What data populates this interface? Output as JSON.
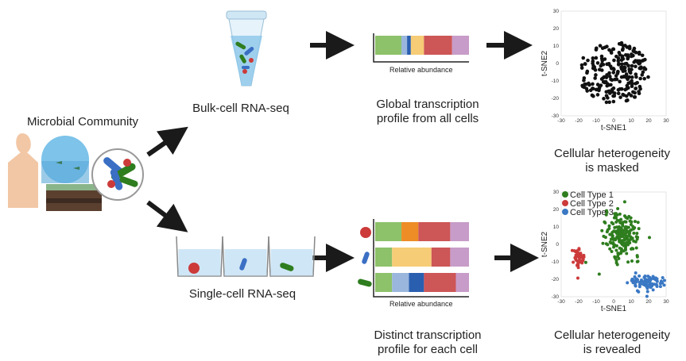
{
  "labels": {
    "microbial": "Microbial Community",
    "bulk": "Bulk-cell RNA-seq",
    "single": "Single-cell RNA-seq",
    "global_line1": "Global transcription",
    "global_line2": "profile from all cells",
    "distinct_line1": "Distinct transcription",
    "distinct_line2": "profile for each cell",
    "masked_line1": "Cellular heterogeneity",
    "masked_line2": "is masked",
    "revealed_line1": "Cellular heterogeneity",
    "revealed_line2": "is revealed",
    "rel_abund_top": "Relative abundance",
    "rel_abund_bottom": "Relative abundance"
  },
  "tsne_axes": {
    "xlabel": "t-SNE1",
    "ylabel": "t-SNE2",
    "xticks": [
      "-30",
      "-20",
      "-10",
      "0",
      "10",
      "20",
      "30"
    ],
    "yticks": [
      "30",
      "20",
      "10",
      "0",
      "-10",
      "-20",
      "-30"
    ]
  },
  "legend": [
    {
      "name": "Cell Type 1",
      "color": "#2e7d1e"
    },
    {
      "name": "Cell Type 2",
      "color": "#cc3a3a"
    },
    {
      "name": "Cell Type 3",
      "color": "#3a78c4"
    }
  ],
  "bars": {
    "top": [
      {
        "value": 0.28,
        "color": "#8dc16a"
      },
      {
        "value": 0.06,
        "color": "#9ab6dc"
      },
      {
        "value": 0.04,
        "color": "#2a5fb0"
      },
      {
        "value": 0.14,
        "color": "#f6cc76"
      },
      {
        "value": 0.3,
        "color": "#cd5656"
      },
      {
        "value": 0.18,
        "color": "#c79cc8"
      }
    ],
    "single": [
      [
        {
          "value": 0.28,
          "color": "#8dc16a"
        },
        {
          "value": 0.18,
          "color": "#ee8c26"
        },
        {
          "value": 0.34,
          "color": "#cd5656"
        },
        {
          "value": 0.2,
          "color": "#c79cc8"
        }
      ],
      [
        {
          "value": 0.18,
          "color": "#8dc16a"
        },
        {
          "value": 0.42,
          "color": "#f6cc76"
        },
        {
          "value": 0.2,
          "color": "#cd5656"
        },
        {
          "value": 0.2,
          "color": "#c79cc8"
        }
      ],
      [
        {
          "value": 0.18,
          "color": "#8dc16a"
        },
        {
          "value": 0.18,
          "color": "#9ab6dc"
        },
        {
          "value": 0.16,
          "color": "#2a5fb0"
        },
        {
          "value": 0.34,
          "color": "#cd5656"
        },
        {
          "value": 0.14,
          "color": "#c79cc8"
        }
      ]
    ]
  },
  "colors": {
    "arrow": "#1a1a1a",
    "dot_black": "#111111",
    "water": "#a8d3ee",
    "tube_liquid": "#8cc7ea"
  }
}
